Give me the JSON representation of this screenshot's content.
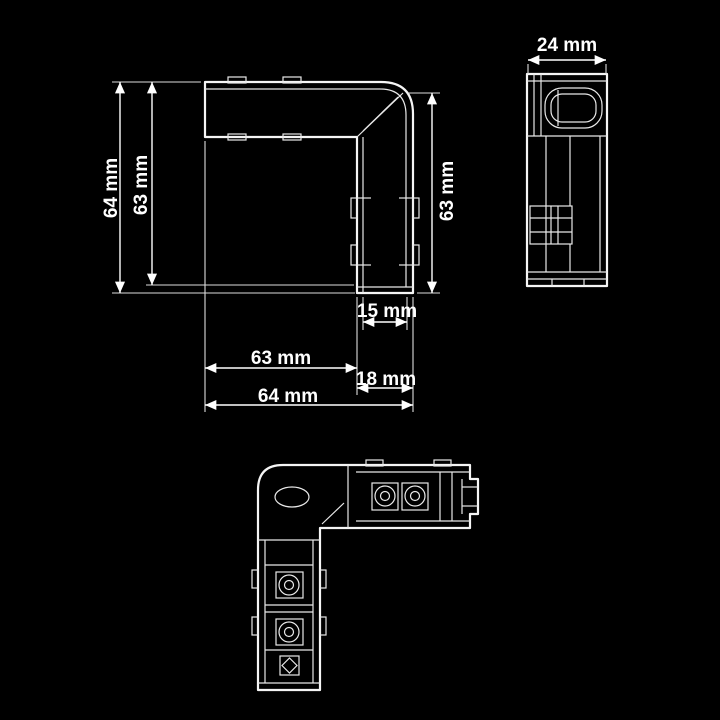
{
  "figure": {
    "type": "technical-drawing",
    "subject": "L-shaped corner connector profile, three orthographic views with dimensions",
    "colors": {
      "background": "#000000",
      "line": "#ffffff"
    }
  },
  "views": {
    "front": {
      "name": "front-view",
      "dimensions": {
        "height_outer": "64 mm",
        "height_inner": "63 mm",
        "arm_height": "63 mm",
        "arm_width_inner": "15 mm",
        "width_inner": "63 mm",
        "arm_width_outer": "18 mm",
        "width_outer": "64 mm"
      }
    },
    "side": {
      "name": "side-view",
      "dimensions": {
        "width": "24 mm"
      }
    },
    "bottom": {
      "name": "bottom-view"
    }
  }
}
